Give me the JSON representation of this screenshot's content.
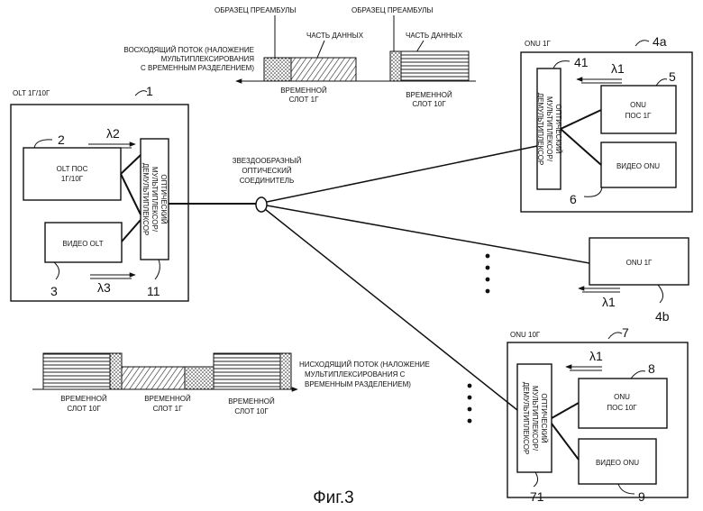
{
  "figure": {
    "caption": "Фиг.3"
  },
  "upstream": {
    "title_lines": [
      "ВОСХОДЯЩИЙ ПОТОК (НАЛОЖЕНИЕ",
      "МУЛЬТИПЛЕКСИРОВАНИЯ",
      "С ВРЕМЕННЫМ РАЗДЕЛЕНИЕМ)"
    ],
    "preamble_label_1": "ОБРАЗЕЦ ПРЕАМБУЛЫ",
    "preamble_label_2": "ОБРАЗЕЦ ПРЕАМБУЛЫ",
    "data_label_1": "ЧАСТЬ ДАННЫХ",
    "data_label_2": "ЧАСТЬ ДАННЫХ",
    "slot1_lines": [
      "ВРЕМЕННОЙ",
      "СЛОТ 1Г"
    ],
    "slot10_lines": [
      "ВРЕМЕННОЙ",
      "СЛОТ 10Г"
    ]
  },
  "downstream": {
    "title_lines": [
      "НИСХОДЯЩИЙ ПОТОК (НАЛОЖЕНИЕ",
      "МУЛЬТИПЛЕКСИРОВАНИЯ С",
      "ВРЕМЕННЫМ РАЗДЕЛЕНИЕМ)"
    ],
    "slot_a_lines": [
      "ВРЕМЕННОЙ",
      "СЛОТ 10Г"
    ],
    "slot_b_lines": [
      "ВРЕМЕННОЙ",
      "СЛОТ 1Г"
    ],
    "slot_c_lines": [
      "ВРЕМЕННОЙ",
      "СЛОТ 10Г"
    ]
  },
  "olt": {
    "title": "OLT 1Г/10Г",
    "ref": "1",
    "pos_lines": [
      "OLT ПОС",
      "1Г/10Г"
    ],
    "pos_ref": "2",
    "video": "ВИДЕО OLT",
    "video_ref": "3",
    "mux_lines": [
      "ОПТИЧЕСКИЙ",
      "МУЛЬТИПЛЕКСОР/",
      "ДЕМУЛЬТИПЛЕКСОР"
    ],
    "mux_ref": "11",
    "lambda_2": "λ2",
    "lambda_3": "λ3"
  },
  "star_coupler": {
    "label_lines": [
      "ЗВЕЗДООБРАЗНЫЙ",
      "ОПТИЧЕСКИЙ",
      "СОЕДИНИТЕЛЬ"
    ]
  },
  "onu_1g_a": {
    "title": "ONU 1Г",
    "ref": "4a",
    "mux_lines": [
      "ОПТИЧЕСКИЙ",
      "МУЛЬТИПЛЕКСОР/",
      "ДЕМУЛЬТИПЛЕКСОР"
    ],
    "mux_ref": "41",
    "pos_lines": [
      "ONU",
      "ПОС 1Г"
    ],
    "pos_ref": "5",
    "video": "ВИДЕО ONU",
    "video_ref": "6",
    "lambda": "λ1"
  },
  "onu_1g_b": {
    "label": "ONU 1Г",
    "ref": "4b",
    "lambda": "λ1"
  },
  "onu_10g": {
    "title": "ONU 10Г",
    "ref": "7",
    "mux_lines": [
      "ОПТИЧЕСКИЙ",
      "МУЛЬТИПЛЕКСОР/",
      "ДЕМУЛЬТИПЛЕКСОР"
    ],
    "mux_ref": "71",
    "pos_lines": [
      "ONU",
      "ПОС 10Г"
    ],
    "pos_ref": "8",
    "video": "ВИДЕО ONU",
    "video_ref": "9",
    "lambda": "λ1"
  }
}
